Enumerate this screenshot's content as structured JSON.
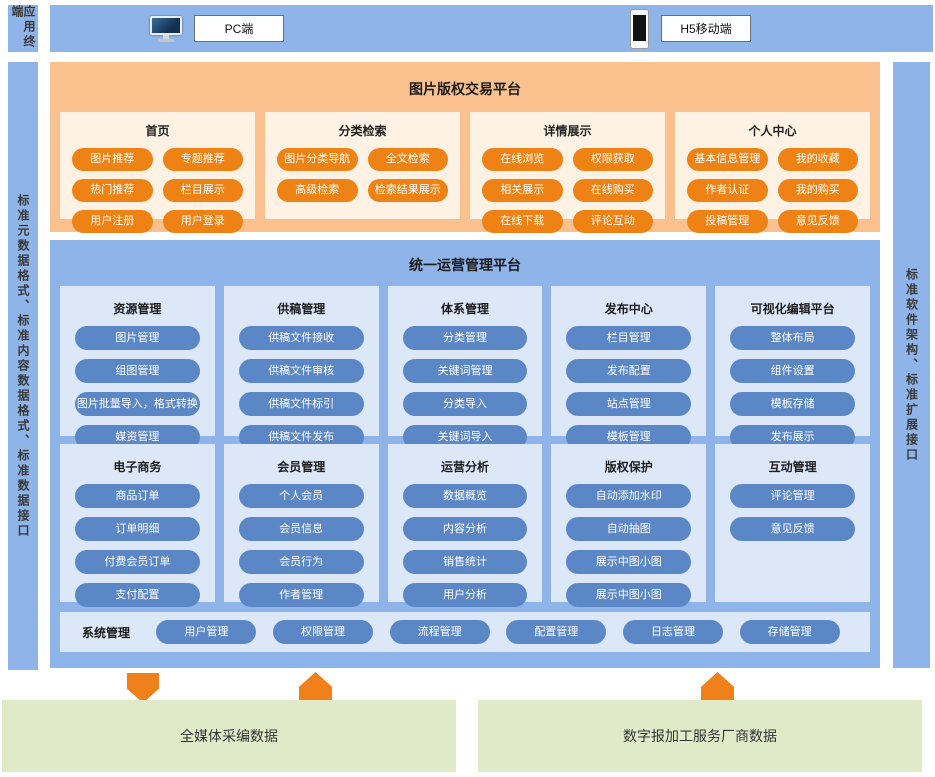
{
  "left_bar": {
    "top_label": "应用终端",
    "bottom_label": "标准元数据格式、标准内容数据格式、标准数据接口"
  },
  "right_bar": {
    "label": "标准软件架构、标准扩展接口"
  },
  "terminals": {
    "pc": "PC端",
    "h5": "H5移动端",
    "pc_icon": "desktop-monitor-icon",
    "h5_icon": "smartphone-icon"
  },
  "trading_platform": {
    "title": "图片版权交易平台",
    "groups": [
      {
        "title": "首页",
        "items": [
          "图片推荐",
          "专题推荐",
          "热门推荐",
          "栏目展示",
          "用户注册",
          "用户登录"
        ]
      },
      {
        "title": "分类检索",
        "items": [
          "图片分类导航",
          "全文检索",
          "高级检索",
          "检索结果展示"
        ]
      },
      {
        "title": "详情展示",
        "items": [
          "在线浏览",
          "权限获取",
          "相关展示",
          "在线购买",
          "在线下载",
          "评论互动"
        ]
      },
      {
        "title": "个人中心",
        "items": [
          "基本信息管理",
          "我的收藏",
          "作者认证",
          "我的购买",
          "投稿管理",
          "意见反馈"
        ]
      }
    ]
  },
  "ops_platform": {
    "title": "统一运营管理平台",
    "row1": [
      {
        "title": "资源管理",
        "items": [
          "图片管理",
          "组图管理",
          "图片批量导入，格式转换",
          "媒资管理"
        ]
      },
      {
        "title": "供稿管理",
        "items": [
          "供稿文件接收",
          "供稿文件审核",
          "供稿文件标引",
          "供稿文件发布"
        ]
      },
      {
        "title": "体系管理",
        "items": [
          "分类管理",
          "关键词管理",
          "分类导入",
          "关键词导入"
        ]
      },
      {
        "title": "发布中心",
        "items": [
          "栏目管理",
          "发布配置",
          "站点管理",
          "模板管理"
        ]
      },
      {
        "title": "可视化编辑平台",
        "items": [
          "整体布局",
          "组件设置",
          "模板存储",
          "发布展示"
        ]
      }
    ],
    "row2": [
      {
        "title": "电子商务",
        "items": [
          "商品订单",
          "订单明细",
          "付费会员订单",
          "支付配置"
        ]
      },
      {
        "title": "会员管理",
        "items": [
          "个人会员",
          "会员信息",
          "会员行为",
          "作者管理"
        ]
      },
      {
        "title": "运营分析",
        "items": [
          "数据概览",
          "内容分析",
          "销售统计",
          "用户分析"
        ]
      },
      {
        "title": "版权保护",
        "items": [
          "自动添加水印",
          "自动抽图",
          "展示中图小图",
          "展示中图小图"
        ]
      },
      {
        "title": "互动管理",
        "items": [
          "评论管理",
          "意见反馈"
        ]
      }
    ],
    "system": {
      "label": "系统管理",
      "items": [
        "用户管理",
        "权限管理",
        "流程管理",
        "配置管理",
        "日志管理",
        "存储管理"
      ]
    }
  },
  "data_sources": [
    {
      "label": "全媒体采编数据"
    },
    {
      "label": "数字报加工服务厂商数据"
    }
  ],
  "colors": {
    "band_blue": "#8fb4e9",
    "orange_container": "#fac08d",
    "orange_inner": "#fdf2e3",
    "orange_pill": "#ef8214",
    "ops_inner": "#dce8f8",
    "blue_pill": "#5c87c6",
    "green_box": "#e1eac8",
    "arrow_orange": "#f08019"
  }
}
